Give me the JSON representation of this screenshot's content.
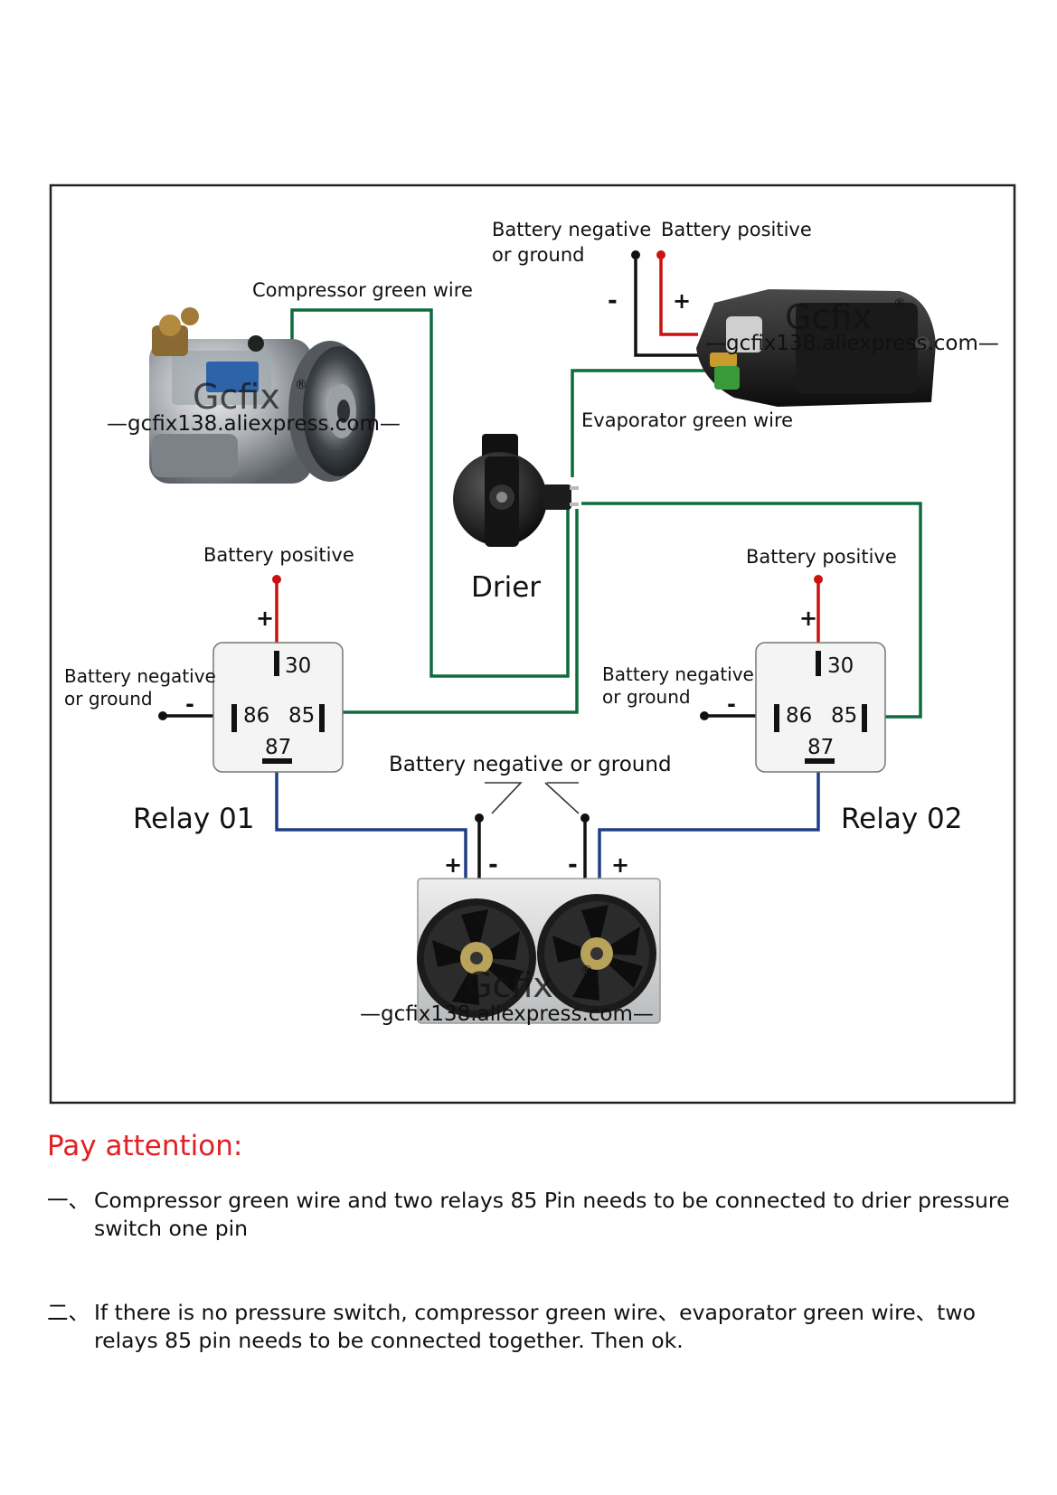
{
  "colors": {
    "frame": "#222222",
    "green_wire": "#0e6b3e",
    "red_wire": "#cc1111",
    "blue_wire": "#1f3e84",
    "black_wire": "#111111",
    "attention": "#e31e24",
    "watermark": "#444444"
  },
  "evaporator": {
    "battery_negative": "Battery negative",
    "or_ground": "or ground",
    "battery_positive": "Battery positive",
    "minus": "-",
    "plus": "+",
    "green_wire_label": "Evaporator green wire",
    "watermark_brand": "Gcfix",
    "watermark_url": "—gcfix138.aliexpress.com—"
  },
  "compressor": {
    "green_wire_label": "Compressor green wire",
    "watermark_brand": "Gcfix",
    "watermark_url": "—gcfix138.aliexpress.com—"
  },
  "drier": {
    "label": "Drier"
  },
  "relay01": {
    "title": "Relay 01",
    "battery_positive": "Battery positive",
    "neg_line1": "Battery negative",
    "neg_line2": "or ground",
    "plus": "+",
    "minus": "-",
    "pin30": "30",
    "pin86": "86",
    "pin85": "85",
    "pin87": "87"
  },
  "relay02": {
    "title": "Relay 02",
    "battery_positive": "Battery positive",
    "neg_line1": "Battery negative",
    "neg_line2": "or ground",
    "plus": "+",
    "minus": "-",
    "pin30": "30",
    "pin86": "86",
    "pin85": "85",
    "pin87": "87"
  },
  "fans": {
    "ground_label": "Battery negative or ground",
    "left_plus": "+",
    "left_minus": "-",
    "right_minus": "-",
    "right_plus": "+",
    "watermark_brand": "Gcfix",
    "watermark_url": "—gcfix138.aliexpress.com—"
  },
  "notes": {
    "heading": "Pay attention:",
    "items": [
      {
        "num": "一、",
        "text": "Compressor green wire and two relays 85 Pin needs to be connected to drier pressure switch one pin"
      },
      {
        "num": "二、",
        "text": "If there is no pressure switch, compressor green wire、evaporator green wire、two relays 85 pin needs to be connected together. Then ok."
      }
    ]
  }
}
